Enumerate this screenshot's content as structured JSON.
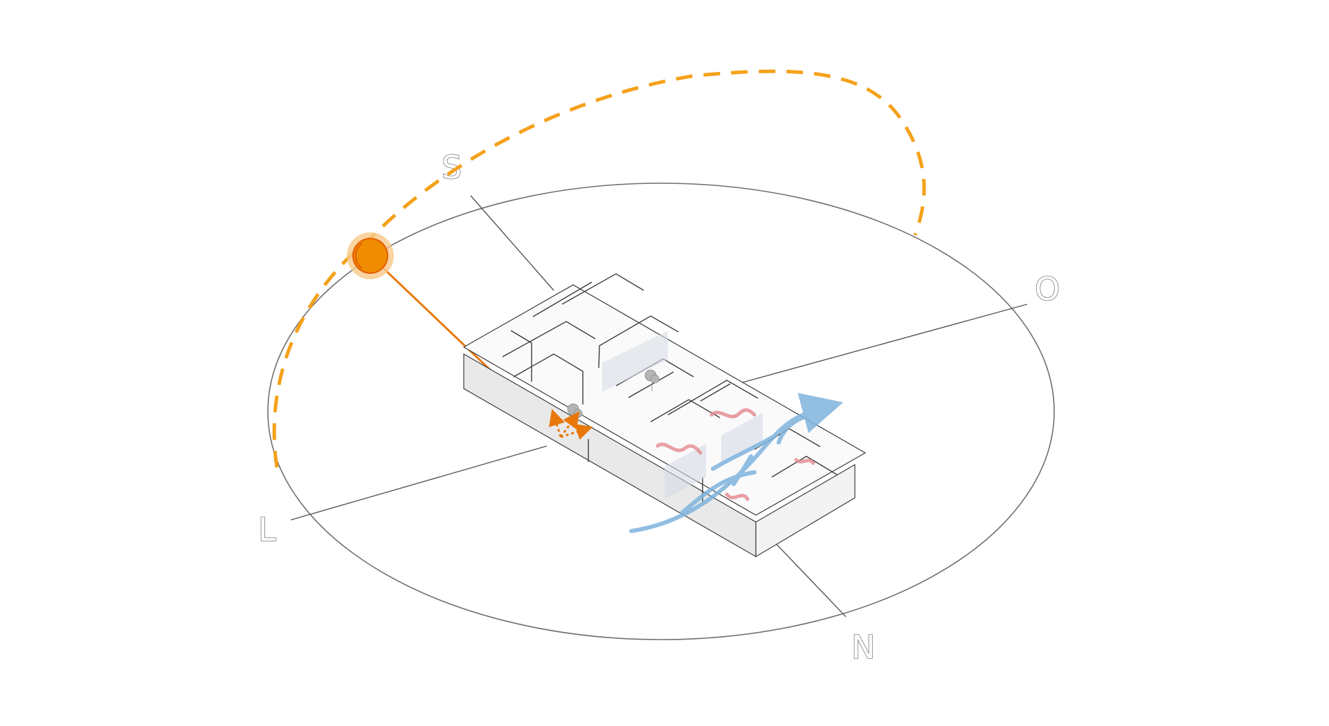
{
  "compass": {
    "north": "N",
    "south": "S",
    "east": "L",
    "west": "O"
  },
  "colors": {
    "sun_path": "#f4a11a",
    "sun": "#f08c00",
    "sun_glow": "#f7c98a",
    "sun_ray": "#e8780c",
    "ground_ellipse": "#6e6e6e",
    "wind": "#7fb3dd",
    "heat": "#e58f95",
    "building_wall": "#e9e9e9",
    "building_line": "#3a3a3a"
  },
  "icons": [
    "sun-icon",
    "wind-arrow-icon",
    "heat-wave-icon",
    "tree-icon"
  ]
}
